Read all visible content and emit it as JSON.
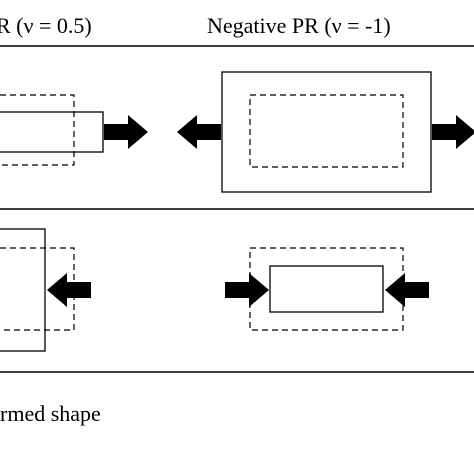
{
  "headers": {
    "left": "R (ν = 0.5)",
    "right": "Negative PR  (ν = -1)"
  },
  "caption": "rmed shape",
  "colors": {
    "ink": "#000000",
    "background": "#ffffff"
  },
  "icons": {
    "arrow": "block-arrow-icon"
  }
}
